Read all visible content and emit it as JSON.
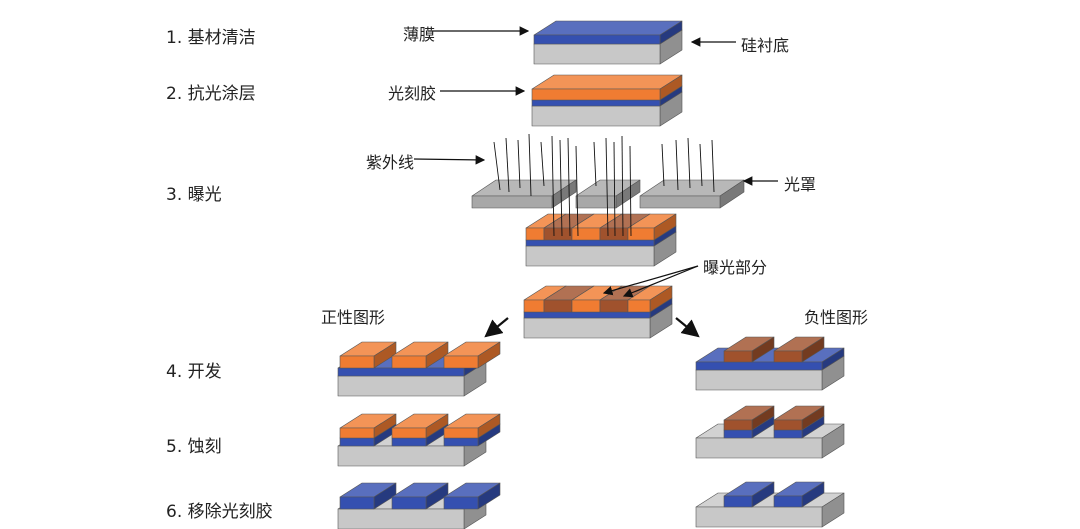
{
  "steps": [
    {
      "label": "1. 基材清洁"
    },
    {
      "label": "2. 抗光涂层"
    },
    {
      "label": "3. 曝光"
    },
    {
      "label": "4. 开发"
    },
    {
      "label": "5. 蚀刻"
    },
    {
      "label": "6. 移除光刻胶"
    }
  ],
  "annotations": {
    "thin_film": "薄膜",
    "silicon_substrate": "硅衬底",
    "photoresist": "光刻胶",
    "uv_light": "紫外线",
    "photomask": "光罩",
    "exposed_area": "曝光部分",
    "positive_pattern": "正性图形",
    "negative_pattern": "负性图形"
  },
  "colors": {
    "substrate": "#c8c8c8",
    "film": "#3550b0",
    "photoresist": "#f07c32",
    "exposed": "#a0522d",
    "mask": "#a8a8a8"
  }
}
